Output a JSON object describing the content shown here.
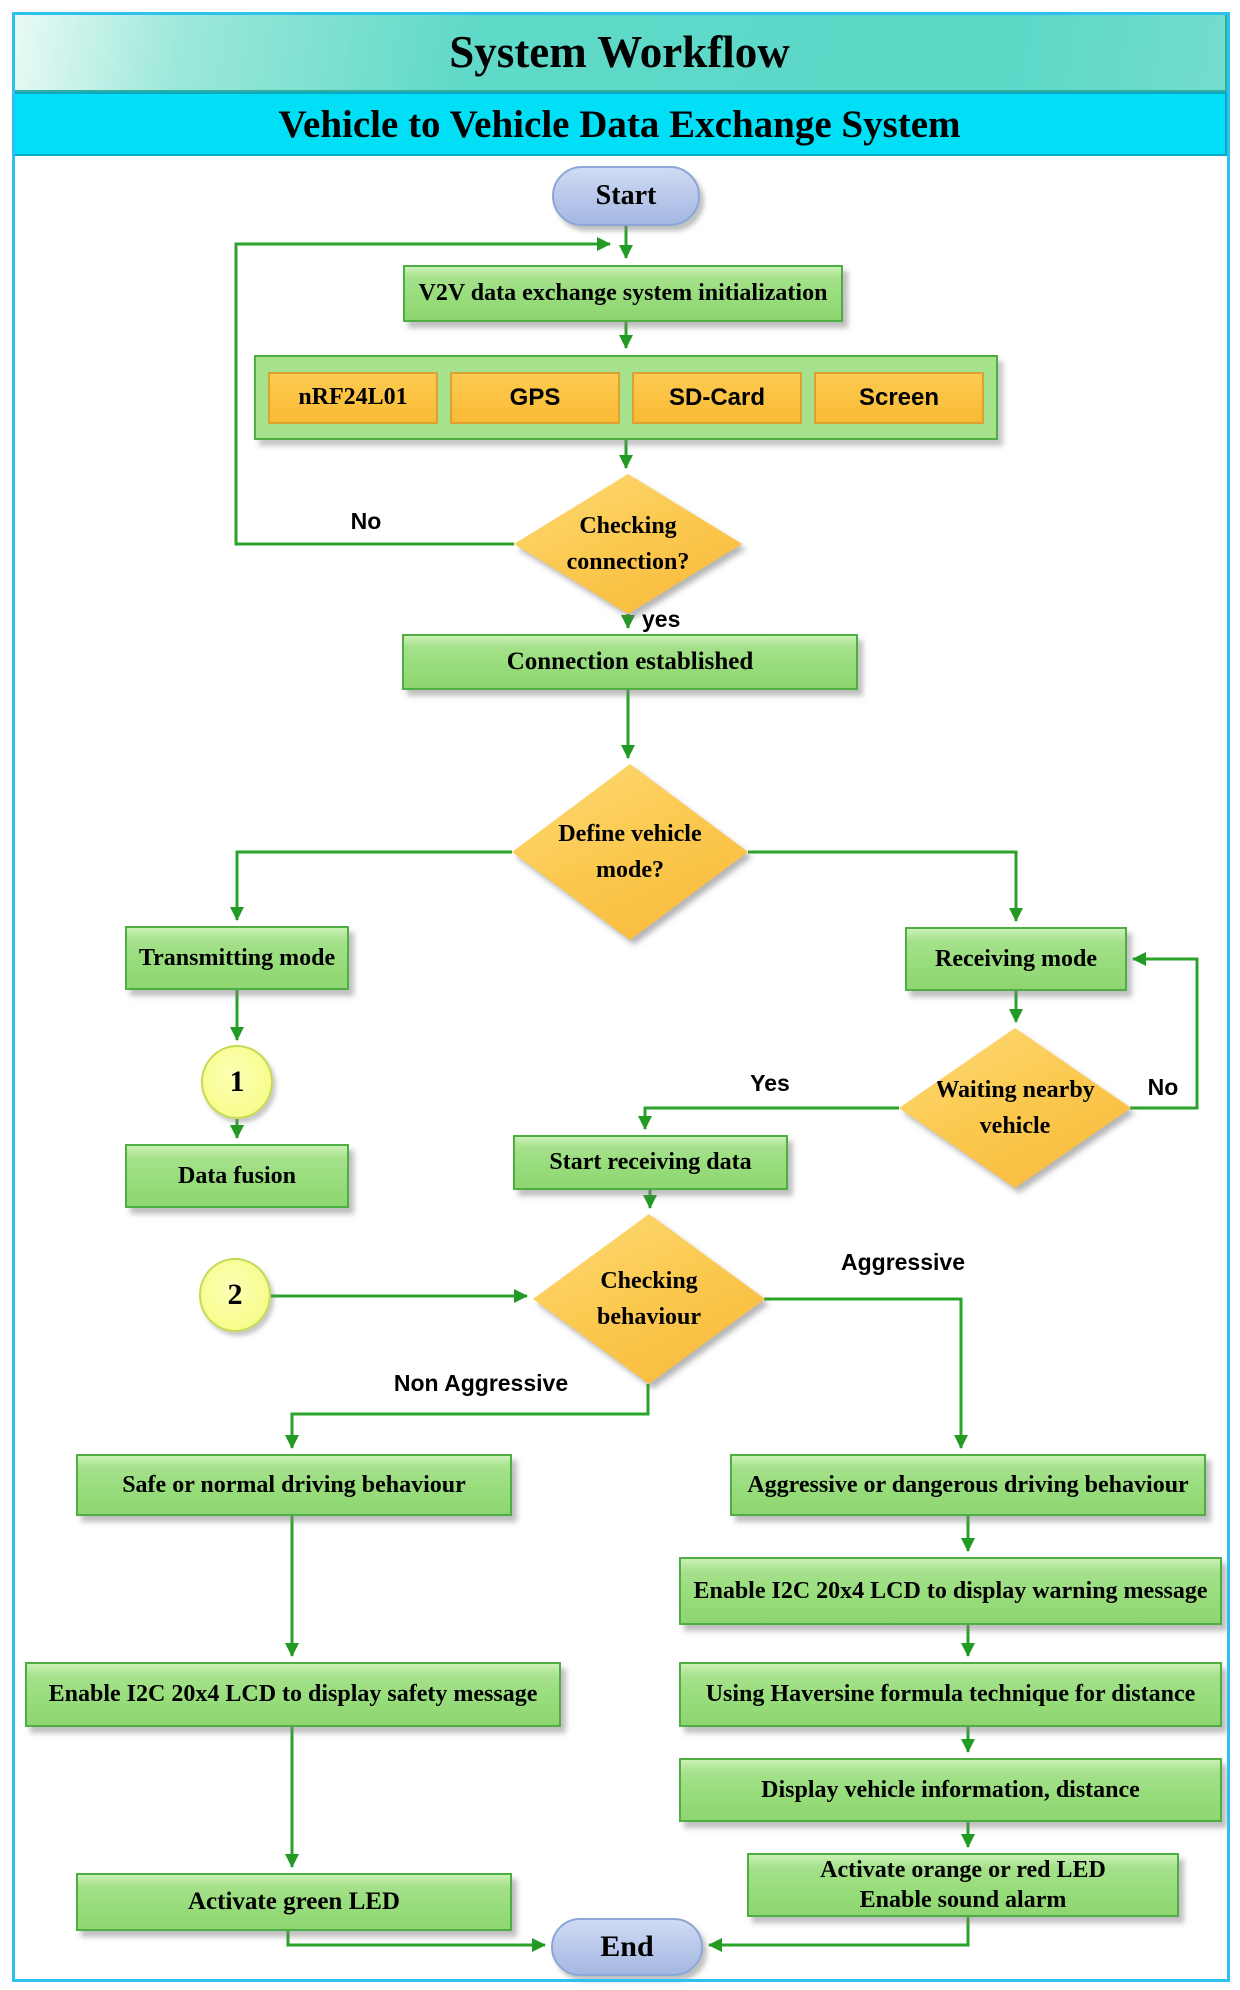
{
  "page": {
    "title": "System Workflow",
    "subtitle": "Vehicle to Vehicle Data Exchange System"
  },
  "colors": {
    "title_bar_teal": "#5cd8c7",
    "subtitle_bar_cyan": "#00dff5",
    "frame_cyan": "#2ec0ee",
    "process_green": "#98dd7c",
    "process_border_green": "#4fae43",
    "decision_orange": "#fbc94f",
    "component_orange": "#fbc140",
    "connector_yellow": "#f7fc8e",
    "terminator_blue": "#bccaec",
    "flow_line_green": "#2aa32a"
  },
  "nodes": {
    "start": {
      "label": "Start"
    },
    "init": {
      "label": "V2V data exchange system initialization"
    },
    "components": {
      "items": [
        "nRF24L01",
        "GPS",
        "SD-Card",
        "Screen"
      ]
    },
    "checking_connection": {
      "label": "Checking connection?"
    },
    "connection_established": {
      "label": "Connection established"
    },
    "define_vehicle_mode": {
      "label": "Define vehicle mode?"
    },
    "transmitting_mode": {
      "label": "Transmitting mode"
    },
    "receiving_mode": {
      "label": "Receiving mode"
    },
    "connector_1": {
      "label": "1"
    },
    "data_fusion": {
      "label": "Data fusion"
    },
    "waiting_nearby_vehicle": {
      "label": "Waiting nearby vehicle"
    },
    "start_receiving_data": {
      "label": "Start receiving data"
    },
    "connector_2": {
      "label": "2"
    },
    "checking_behaviour": {
      "label": "Checking behaviour"
    },
    "safe_behaviour": {
      "label": "Safe or normal driving behaviour"
    },
    "aggressive_behaviour": {
      "label": "Aggressive or dangerous driving behaviour"
    },
    "lcd_warning": {
      "label": "Enable I2C 20x4 LCD to display warning message"
    },
    "haversine": {
      "label": "Using Haversine formula technique for distance"
    },
    "display_info": {
      "label": "Display vehicle information, distance"
    },
    "lcd_safety": {
      "label": "Enable I2C 20x4 LCD to display safety message"
    },
    "green_led": {
      "label": "Activate green LED"
    },
    "orange_led": {
      "lines": [
        "Activate orange or red LED",
        "Enable sound alarm"
      ]
    },
    "end": {
      "label": "End"
    }
  },
  "edge_labels": {
    "connection_no": "No",
    "connection_yes": "yes",
    "waiting_yes": "Yes",
    "waiting_no": "No",
    "aggressive": "Aggressive",
    "non_aggressive": "Non Aggressive"
  }
}
